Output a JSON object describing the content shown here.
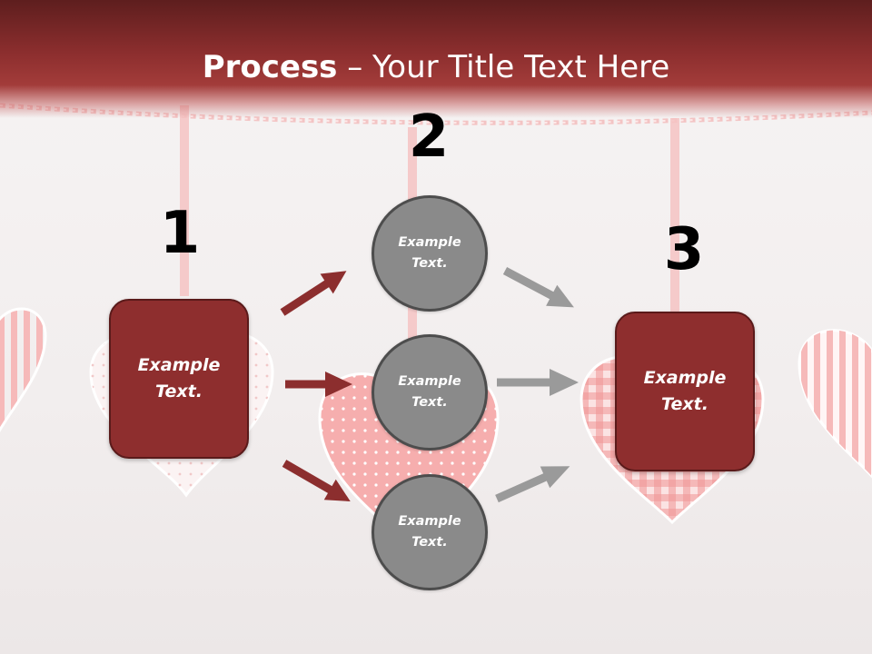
{
  "title": {
    "bold": "Process",
    "rest": " – Your Title Text Here"
  },
  "steps": [
    {
      "number": "1",
      "label": "Example\nText."
    },
    {
      "number": "2"
    },
    {
      "number": "3",
      "label": "Example\nText."
    }
  ],
  "circles": [
    {
      "label": "Example\nText."
    },
    {
      "label": "Example\nText."
    },
    {
      "label": "Example\nText."
    }
  ],
  "colors": {
    "accent": "#8e2e2e",
    "circle": "#8a8a8a",
    "arrow_red": "#8c2e2e",
    "arrow_gray": "#9a9a9a"
  }
}
